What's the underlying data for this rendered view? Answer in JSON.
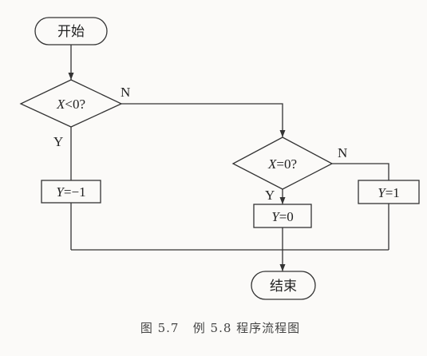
{
  "nodes": {
    "start": "开始",
    "cond1": {
      "var": "X",
      "rest": "<0?"
    },
    "cond2": {
      "var": "X",
      "rest": "=0?"
    },
    "assign_neg": {
      "var": "Y",
      "rest": "=−1"
    },
    "assign_zero": {
      "var": "Y",
      "rest": "=0"
    },
    "assign_pos": {
      "var": "Y",
      "rest": "=1"
    },
    "end": "结束"
  },
  "branch_labels": {
    "cond1_yes": "Y",
    "cond1_no": "N",
    "cond2_yes": "Y",
    "cond2_no": "N"
  },
  "caption": "图 5.7   例 5.8 程序流程图",
  "colors": {
    "line": "#333333",
    "background": "#fbfaf8"
  }
}
